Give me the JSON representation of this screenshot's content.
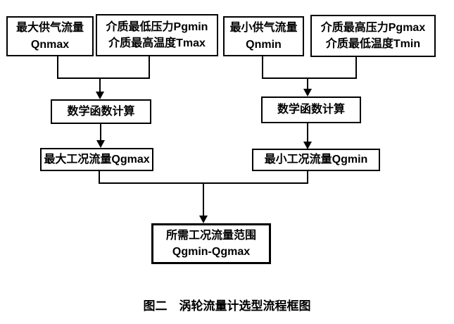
{
  "figure": {
    "caption": "图二　涡轮流量计选型流程框图"
  },
  "nodes": {
    "qnmax": {
      "line1": "最大供气流量",
      "line2": "Qnmax"
    },
    "pgmin_tmax": {
      "line1": "介质最低压力Pgmin",
      "line2": "介质最高温度Tmax"
    },
    "qnmin": {
      "line1": "最小供气流量",
      "line2": "Qnmin"
    },
    "pgmax_tmin": {
      "line1": "介质最高压力Pgmax",
      "line2": "介质最低温度Tmin"
    },
    "math_left": {
      "label": "数学函数计算"
    },
    "math_right": {
      "label": "数学函数计算"
    },
    "qgmax": {
      "label": "最大工况流量Qgmax"
    },
    "qgmin": {
      "label": "最小工况流量Qgmin"
    },
    "result": {
      "line1": "所需工况流量范围",
      "line2": "Qgmin-Qgmax"
    }
  },
  "colors": {
    "line": "#000000",
    "background": "#ffffff",
    "text": "#000000"
  }
}
